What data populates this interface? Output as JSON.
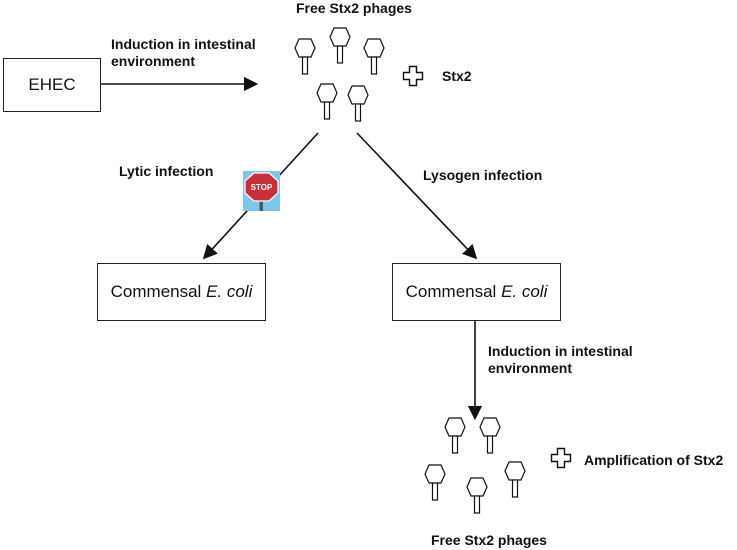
{
  "top_title": "Free Stx2 phages",
  "bottom_title": "Free Stx2 phages",
  "ehec_box": "EHEC",
  "induction_top_line1": "Induction in intestinal",
  "induction_top_line2": "environment",
  "toxin_label": "Stx2",
  "lytic_label": "Lytic infection",
  "lysogen_label": "Lysogen infection",
  "stop_sign_text": "STOP",
  "commensal_left_prefix": "Commensal ",
  "commensal_left_species": "E. coli",
  "commensal_right_prefix": "Commensal ",
  "commensal_right_species": "E. coli",
  "induction_bottom_line1": "Induction in intestinal",
  "induction_bottom_line2": "environment",
  "amplification_label": "Amplification of Stx2",
  "colors": {
    "stop_red": "#c8303a",
    "stop_bg": "#7ec6ea",
    "line": "#111111"
  }
}
